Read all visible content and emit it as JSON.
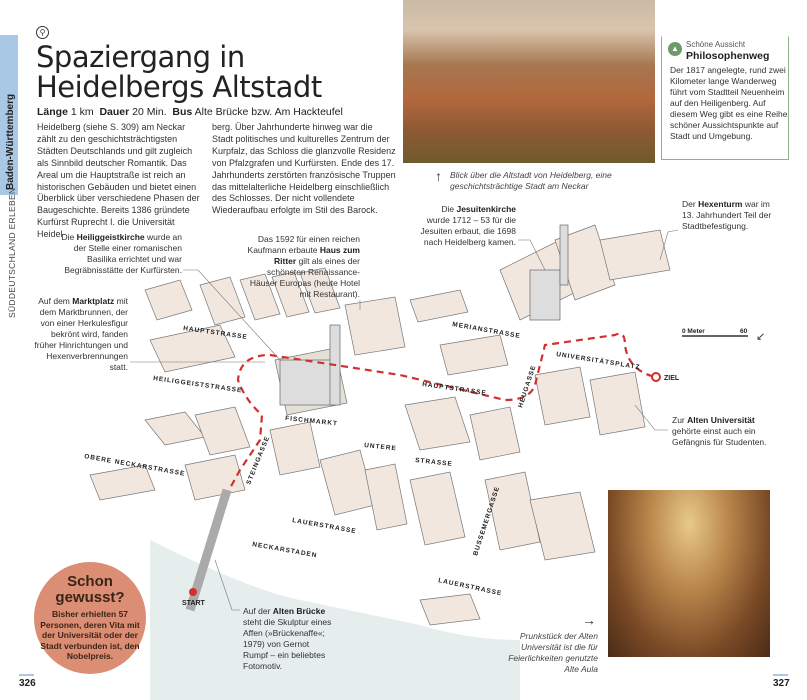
{
  "side": {
    "region": "Baden-Württemberg",
    "section": "SÜDDEUTSCHLAND ERLEBEN"
  },
  "title_line1": "Spaziergang in",
  "title_line2": "Heidelbergs Altstadt",
  "meta": {
    "length_label": "Länge",
    "length": "1 km",
    "duration_label": "Dauer",
    "duration": "20 Min.",
    "bus_label": "Bus",
    "bus": "Alte Brücke bzw. Am Hackteufel"
  },
  "intro_col1": "Heidelberg (siehe S. 309) am Neckar zählt zu den geschichtsträchtigsten Städten Deutschlands und gilt zugleich als Sinnbild deutscher Romantik. Das Areal um die Hauptstraße ist reich an historischen Gebäuden und bietet einen Überblick über verschiedene Phasen der Baugeschichte. Bereits 1386 gründete Kurfürst Ruprecht I. die Universität Heidel-",
  "intro_col2": "berg. Über Jahrhunderte hinweg war die Stadt politisches und kulturelles Zentrum der Kurpfalz, das Schloss die glanzvolle Residenz von Pfalzgrafen und Kurfürsten. Ende des 17. Jahrhunderts zerstörten französische Truppen das mittelalterliche Heidelberg einschließlich des Schlosses. Der nicht vollendete Wiederaufbau erfolgte im Stil des Barock.",
  "infobox": {
    "kicker": "Schöne Aussicht",
    "title": "Philosophenweg",
    "text": "Der 1817 angelegte, rund zwei Kilometer lange Wanderweg führt vom Stadtteil Neuenheim auf den Heiligenberg. Auf diesem Weg gibt es eine Reihe schöner Aussichtspunkte auf Stadt und Umgebung."
  },
  "photo1_caption": "Blick über die Altstadt von Heidelberg, eine geschichtsträchtige Stadt am Neckar",
  "annotations": {
    "heiliggeist": {
      "pre": "Die ",
      "bold": "Heiliggeistkirche",
      "post": " wurde an der Stelle einer romanischen Basilika errichtet und war Begräbnisstätte der Kurfürsten."
    },
    "ritter": {
      "pre": "Das 1592 für einen reichen Kaufmann erbaute ",
      "bold": "Haus zum Ritter",
      "post": " gilt als eines der schönsten Renaissance-Häuser Europas (heute Hotel mit Restaurant)."
    },
    "markt": {
      "pre": "Auf dem ",
      "bold": "Marktplatz",
      "post": " mit dem Marktbrunnen, der von einer Herkulesfigur bekrönt wird, fanden früher Hinrichtungen und Hexenverbrennungen statt."
    },
    "jesuiten": {
      "pre": "Die ",
      "bold": "Jesuitenkirche",
      "post": " wurde 1712 – 53 für die Jesuiten erbaut, die 1698 nach Heidelberg kamen."
    },
    "hexen": {
      "pre": "Der ",
      "bold": "Hexenturm",
      "post": " war im 13. Jahrhundert Teil der Stadtbefestigung."
    },
    "uni": {
      "pre": "Zur ",
      "bold": "Alten Universität",
      "post": " gehörte einst auch ein Gefängnis für Studenten."
    },
    "bruecke": {
      "pre": "Auf der ",
      "bold": "Alten Brücke",
      "post": " steht die Skulptur eines Affen (»Brückenaffe«; 1979) von Gernot Rumpf – ein beliebtes Fotomotiv."
    }
  },
  "streets": [
    "HAUPTSTRASSE",
    "HEILIGGEISTSTRASSE",
    "FISCHMARKT",
    "UNTERE",
    "STRASSE",
    "OBERE NECKARSTRASSE",
    "STEINGASSE",
    "LAUERSTRASSE",
    "NECKARSTADEN",
    "HAUPTSTRASSE",
    "MERIANSTRASSE",
    "HEUGASSE",
    "UNIVERSITÄTSPLATZ",
    "BUSSEMERGASSE",
    "LAUERSTRASSE"
  ],
  "map": {
    "start": "START",
    "end": "ZIEL",
    "scale_start": "0 Meter",
    "scale_end": "60",
    "route_color": "#d32f2f"
  },
  "fact": {
    "title": "Schon gewusst?",
    "text": "Bisher erhielten 57 Personen, deren Vita mit der Universität oder der Stadt verbunden ist, den Nobelpreis."
  },
  "photo2_caption": "Prunkstück der Alten Universität ist die für Feierlichkeiten genutzte Alte Aula",
  "page_left": "326",
  "page_right": "327"
}
